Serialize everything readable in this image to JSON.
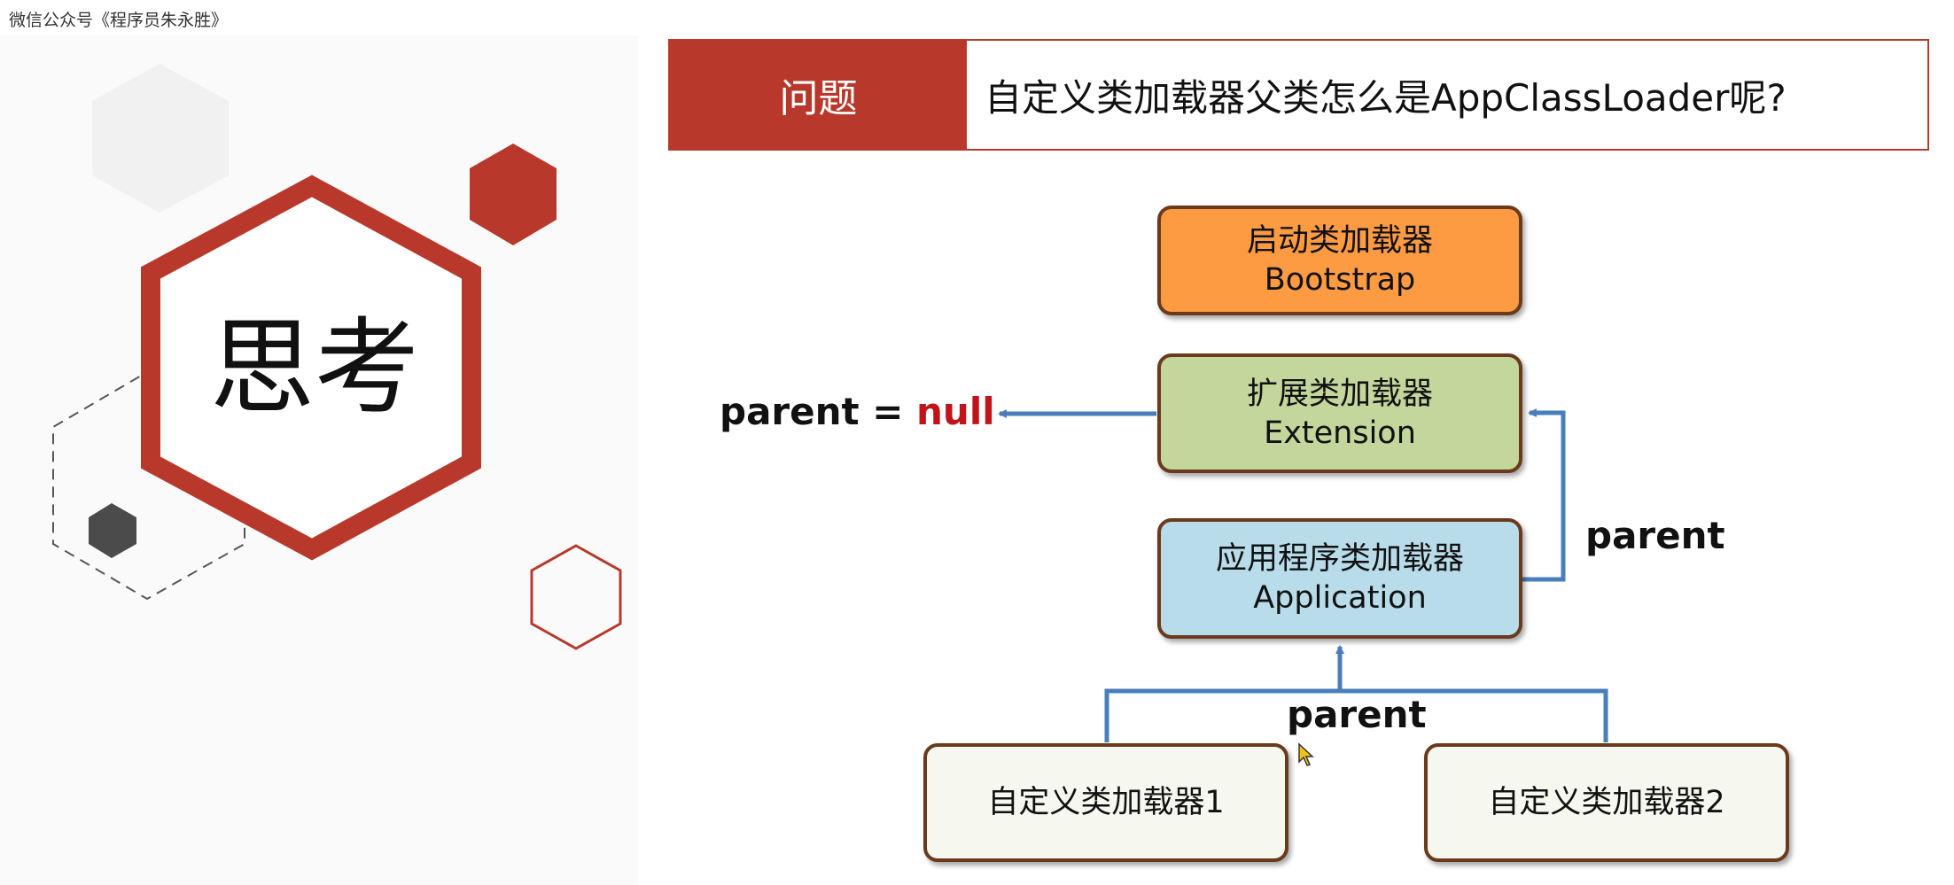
{
  "watermark": "微信公众号《程序员朱永胜》",
  "left_panel": {
    "title": "思考"
  },
  "header": {
    "tag": "问题",
    "question": "自定义类加载器父类怎么是AppClassLoader呢?"
  },
  "diagram": {
    "nodes": {
      "bootstrap": {
        "zh": "启动类加载器",
        "en": "Bootstrap"
      },
      "extension": {
        "zh": "扩展类加载器",
        "en": "Extension"
      },
      "application": {
        "zh": "应用程序类加载器",
        "en": "Application"
      },
      "custom1": {
        "zh": "自定义类加载器1"
      },
      "custom2": {
        "zh": "自定义类加载器2"
      }
    },
    "labels": {
      "parent_eq": "parent =",
      "null_word": "null",
      "parent_right": "parent",
      "parent_bottom": "parent"
    },
    "colors": {
      "accent_red": "#b8392b",
      "arrow_blue": "#4a7ebb",
      "bootstrap_fill": "#fd9b43",
      "extension_fill": "#c3d69b",
      "application_fill": "#b8dcea",
      "custom_fill": "#f6f8ef",
      "null_red": "#c0141a"
    }
  }
}
